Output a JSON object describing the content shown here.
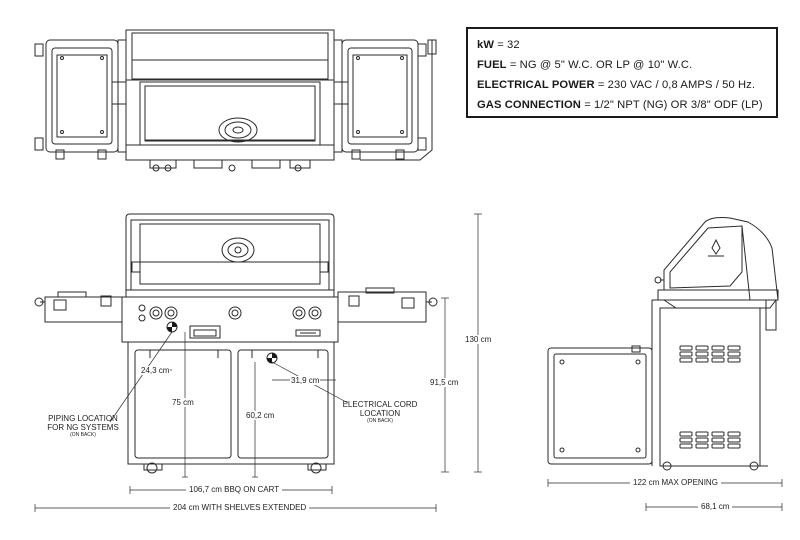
{
  "specs": [
    {
      "key": "kW",
      "value": "= 32"
    },
    {
      "key": "FUEL",
      "value": "= NG @ 5\" W.C. OR LP @ 10\" W.C."
    },
    {
      "key": "ELECTRICAL POWER",
      "value": "= 230 VAC / 0,8 AMPS / 50 Hz."
    },
    {
      "key": "GAS CONNECTION",
      "value": "= 1/2\" NPT (NG) OR 3/8\" ODF (LP)"
    }
  ],
  "dimensions": {
    "width_bbq_on_cart": "106,7 cm BBQ ON CART",
    "width_with_shelves": "204 cm WITH SHELVES EXTENDED",
    "height_total": "130 cm",
    "height_to_shelf": "91,5 cm",
    "height_piping": "75 cm",
    "height_cord": "60,2 cm",
    "offset_piping": "24,3 cm",
    "offset_cord": "31,9 cm",
    "max_opening": "122 cm MAX OPENING",
    "depth": "68,1 cm"
  },
  "callouts": {
    "piping_line1": "PIPING LOCATION",
    "piping_line2": "FOR NG SYSTEMS",
    "piping_note": "(ON BACK)",
    "cord_line1": "ELECTRICAL CORD",
    "cord_line2": "LOCATION",
    "cord_note": "(ON BACK)"
  }
}
